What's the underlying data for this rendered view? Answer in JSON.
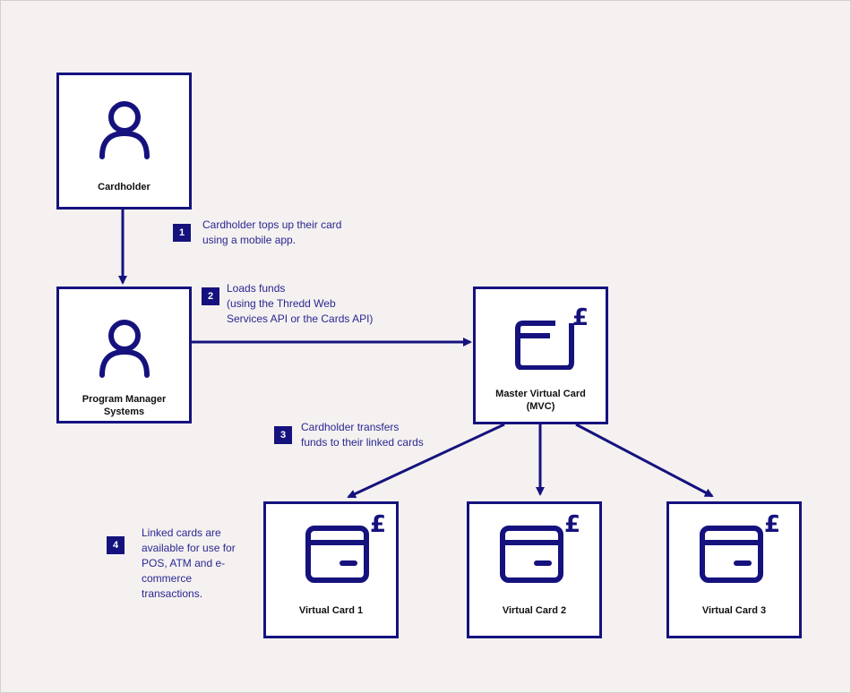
{
  "colors": {
    "primary": "#15127e",
    "background": "#f4f1f0",
    "note_text": "#2a2792"
  },
  "nodes": {
    "cardholder": {
      "label": "Cardholder",
      "icon": "person-icon"
    },
    "program_manager": {
      "label": "Program Manager\nSystems",
      "icon": "person-icon"
    },
    "mvc": {
      "label": "Master Virtual Card\n(MVC)",
      "icon": "card-pound-icon"
    },
    "vc1": {
      "label": "Virtual Card 1",
      "icon": "card-pound-icon"
    },
    "vc2": {
      "label": "Virtual Card 2",
      "icon": "card-pound-icon"
    },
    "vc3": {
      "label": "Virtual Card 3",
      "icon": "card-pound-icon"
    }
  },
  "steps": [
    {
      "number": "1",
      "text": "Cardholder tops up their card\nusing a mobile app."
    },
    {
      "number": "2",
      "text": "Loads funds\n(using the Thredd Web\nServices API or the Cards API)"
    },
    {
      "number": "3",
      "text": "Cardholder transfers\nfunds to their linked cards"
    },
    {
      "number": "4",
      "text": "Linked cards are\navailable for use for\nPOS, ATM and e-\ncommerce\ntransactions."
    }
  ],
  "pound_symbol": "£"
}
